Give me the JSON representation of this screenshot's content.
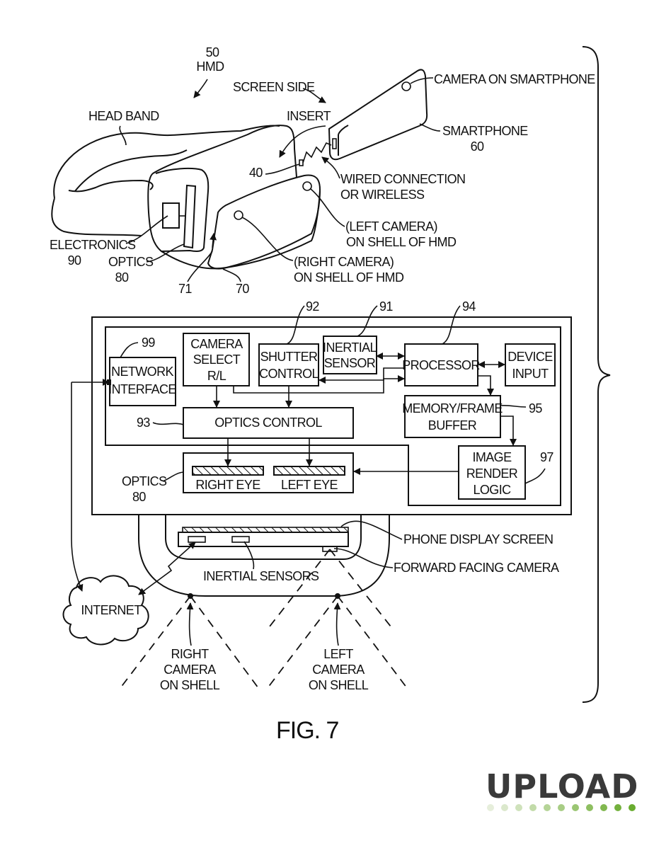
{
  "figure": {
    "title": "FIG. 7",
    "hmd_drawing": {
      "ref_hmd": "50",
      "ref_hmd_label": "HMD",
      "head_band": "HEAD BAND",
      "screen_side": "SCREEN SIDE",
      "insert": "INSERT",
      "camera_on_smartphone": "CAMERA ON SMARTPHONE",
      "smartphone": "SMARTPHONE",
      "ref_smartphone": "60",
      "ref_40": "40",
      "wired_line1": "WIRED CONNECTION",
      "wired_line2": "OR WIRELESS",
      "left_camera_line1": "(LEFT CAMERA)",
      "left_camera_line2": "ON SHELL OF HMD",
      "right_camera_line1": "(RIGHT CAMERA)",
      "right_camera_line2": "ON SHELL OF HMD",
      "electronics": "ELECTRONICS",
      "ref_electronics": "90",
      "optics": "OPTICS",
      "ref_optics": "80",
      "ref_71": "71",
      "ref_70": "70"
    },
    "block_diagram": {
      "ref_92": "92",
      "ref_91": "91",
      "ref_94": "94",
      "ref_99": "99",
      "ref_93": "93",
      "ref_95": "95",
      "ref_97": "97",
      "network_interface": [
        "NETWORK",
        "INTERFACE"
      ],
      "camera_select": [
        "CAMERA",
        "SELECT",
        "R/L"
      ],
      "shutter_control": [
        "SHUTTER",
        "CONTROL"
      ],
      "inertial_sensor": [
        "INERTIAL",
        "SENSOR"
      ],
      "processor": "PROCESSOR",
      "device_input": [
        "DEVICE",
        "INPUT"
      ],
      "memory_frame_buffer": [
        "MEMORY/FRAME",
        "BUFFER"
      ],
      "optics_control": "OPTICS CONTROL",
      "image_render_logic": [
        "IMAGE",
        "RENDER",
        "LOGIC"
      ],
      "right_eye": "RIGHT EYE",
      "left_eye": "LEFT EYE",
      "optics_label": "OPTICS",
      "optics_ref": "80"
    },
    "top_view": {
      "phone_display_screen": "PHONE DISPLAY SCREEN",
      "forward_facing_camera": "FORWARD FACING CAMERA",
      "inertial_sensors": "INERTIAL SENSORS",
      "internet": "INTERNET",
      "right_camera": [
        "RIGHT",
        "CAMERA",
        "ON SHELL"
      ],
      "left_camera": [
        "LEFT",
        "CAMERA",
        "ON SHELL"
      ]
    }
  },
  "logo": {
    "text": "UPLOAD",
    "dot_colors": [
      "#e6eedb",
      "#dbe8cc",
      "#cfe2bb",
      "#c2dba9",
      "#b5d497",
      "#a8cd85",
      "#9bc673",
      "#8ebf61",
      "#81b84f",
      "#74b13e",
      "#69ac2f"
    ]
  }
}
